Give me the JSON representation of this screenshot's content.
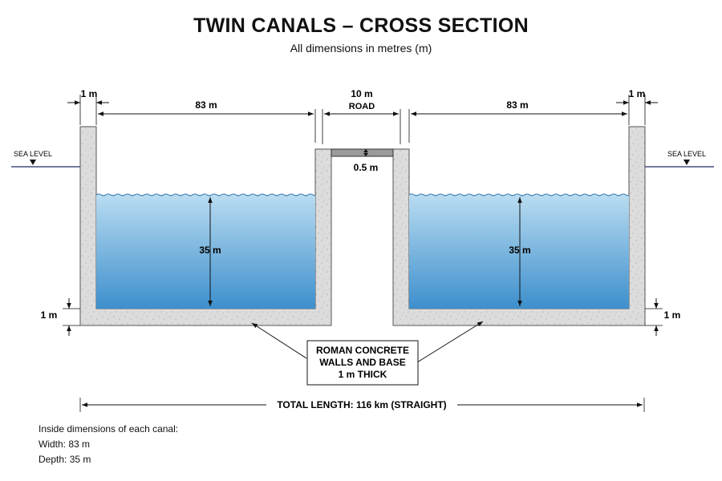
{
  "title": "TWIN CANALS – CROSS SECTION",
  "subtitle": "All dimensions in metres (m)",
  "labels": {
    "wall_left": "1 m",
    "wall_right": "1 m",
    "canal_width_left": "83 m",
    "canal_width_right": "83 m",
    "road_width": "10 m",
    "road_name": "ROAD",
    "road_thickness": "0.5 m",
    "depth_left": "35 m",
    "depth_right": "35 m",
    "base_left": "1 m",
    "base_right": "1 m",
    "sea_level_left": "SEA LEVEL",
    "sea_level_right": "SEA LEVEL"
  },
  "callout": {
    "line1": "ROMAN CONCRETE",
    "line2": "WALLS AND BASE",
    "line3": "1 m THICK"
  },
  "total_length": "TOTAL LENGTH: 116 km (STRAIGHT)",
  "notes": {
    "heading": "Inside dimensions of each canal:",
    "width": "Width: 83 m",
    "depth": "Depth: 35 m"
  },
  "colors": {
    "water_top": "#b9dcf1",
    "water_bottom": "#3d8fcd",
    "concrete": "#dcdcdc",
    "road_slab": "#9a9a9a",
    "line": "#111111"
  }
}
